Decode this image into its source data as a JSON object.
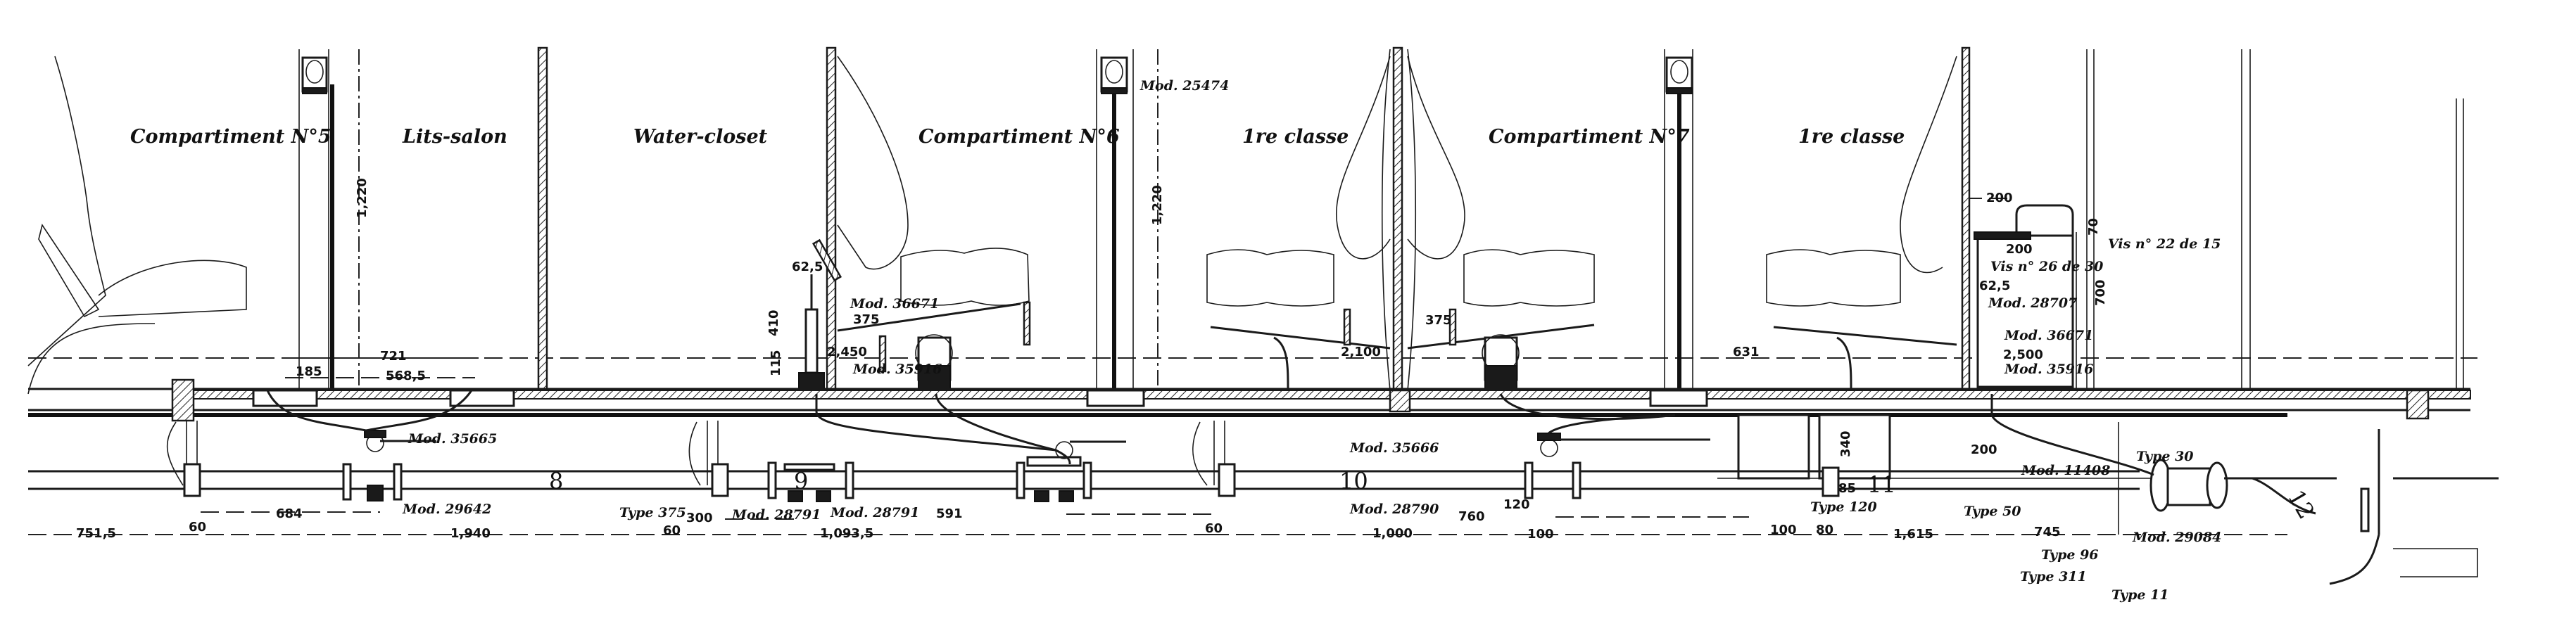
{
  "rooms": {
    "comp5": "Compartiment N°5",
    "lits_salon": "Lits-salon",
    "water_closet": "Water-closet",
    "comp6": "Compartiment N°6",
    "first_class_a": "1re classe",
    "comp7": "Compartiment N°7",
    "first_class_b": "1re classe"
  },
  "pipe_numbers": [
    "8",
    "9",
    "10",
    "11",
    "12"
  ],
  "parts": {
    "mod_25474": "Mod. 25474",
    "mod_35665": "Mod. 35665",
    "mod_29642": "Mod. 29642",
    "type_375": "Type 375",
    "mod_28791_a": "Mod. 28791",
    "mod_28791_b": "Mod. 28791",
    "mod_36671_a": "Mod. 36671",
    "mod_35916_a": "Mod. 35916",
    "mod_35666": "Mod. 35666",
    "mod_28790": "Mod. 28790",
    "type_120": "Type 120",
    "vis_26_30": "Vis n° 26 de 30",
    "vis_22_15": "Vis n° 22 de 15",
    "mod_28707": "Mod. 28707",
    "mod_36671_b": "Mod. 36671",
    "mod_35916_b": "Mod. 35916",
    "mod_11408": "Mod. 11408",
    "type_50": "Type 50",
    "type_96": "Type 96",
    "type_311": "Type 311",
    "type_11": "Type 11",
    "type_30": "Type 30",
    "mod_29084": "Mod. 29084"
  },
  "dimensions": {
    "d1220_a": "1,220",
    "d1220_b": "1,220",
    "d721": "721",
    "d185": "185",
    "d568": "568,5",
    "d684": "684",
    "d60_a": "60",
    "d1940": "1,940",
    "d751": "751,5",
    "d300": "300",
    "d60_b": "60",
    "d10935": "1,093,5",
    "d591": "591",
    "d60_c": "60",
    "d1000": "1,000",
    "d760": "760",
    "d120": "120",
    "d100_a": "100",
    "d100_b": "100",
    "d80": "80",
    "d1615": "1,615",
    "d85": "85",
    "d200_c": "200",
    "d745": "745",
    "d62_a": "62,5",
    "d410": "410",
    "d115": "115",
    "d375_a": "375",
    "d2450": "2,450",
    "d375_b": "375",
    "d2100": "2,100",
    "d631": "631",
    "d200_a": "200",
    "d200_b": "200",
    "d62_b": "62,5",
    "d2500": "2,500",
    "d700": "700",
    "d70": "70",
    "d340": "340"
  }
}
